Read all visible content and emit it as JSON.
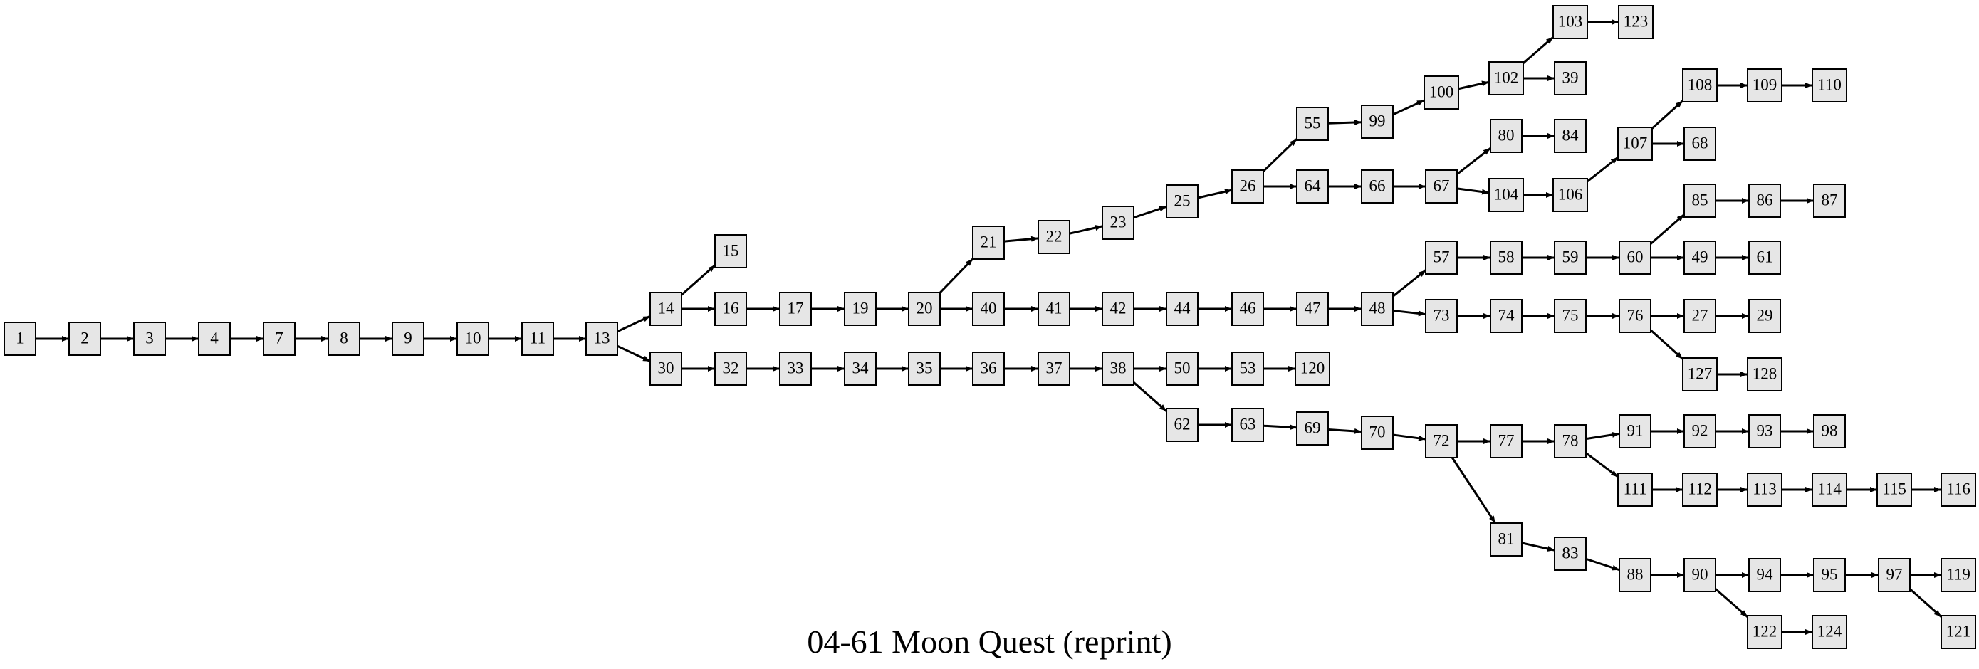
{
  "caption": "04-61 Moon Quest (reprint)",
  "colors": {
    "node_fill": "#e6e6e6",
    "node_stroke": "#000000",
    "edge": "#000000",
    "text": "#000000",
    "background": "#ffffff"
  },
  "nodes": [
    {
      "id": "1",
      "label": "1"
    },
    {
      "id": "2",
      "label": "2"
    },
    {
      "id": "3",
      "label": "3"
    },
    {
      "id": "4",
      "label": "4"
    },
    {
      "id": "7",
      "label": "7"
    },
    {
      "id": "8",
      "label": "8"
    },
    {
      "id": "9",
      "label": "9"
    },
    {
      "id": "10",
      "label": "10"
    },
    {
      "id": "11",
      "label": "11"
    },
    {
      "id": "13",
      "label": "13"
    },
    {
      "id": "14",
      "label": "14"
    },
    {
      "id": "30",
      "label": "30"
    },
    {
      "id": "15",
      "label": "15"
    },
    {
      "id": "16",
      "label": "16"
    },
    {
      "id": "17",
      "label": "17"
    },
    {
      "id": "19",
      "label": "19"
    },
    {
      "id": "20",
      "label": "20"
    },
    {
      "id": "21",
      "label": "21"
    },
    {
      "id": "40",
      "label": "40"
    },
    {
      "id": "22",
      "label": "22"
    },
    {
      "id": "23",
      "label": "23"
    },
    {
      "id": "25",
      "label": "25"
    },
    {
      "id": "26",
      "label": "26"
    },
    {
      "id": "55",
      "label": "55"
    },
    {
      "id": "64",
      "label": "64"
    },
    {
      "id": "99",
      "label": "99"
    },
    {
      "id": "100",
      "label": "100"
    },
    {
      "id": "102",
      "label": "102"
    },
    {
      "id": "103",
      "label": "103"
    },
    {
      "id": "123",
      "label": "123"
    },
    {
      "id": "39",
      "label": "39"
    },
    {
      "id": "66",
      "label": "66"
    },
    {
      "id": "67",
      "label": "67"
    },
    {
      "id": "80",
      "label": "80"
    },
    {
      "id": "84",
      "label": "84"
    },
    {
      "id": "104",
      "label": "104"
    },
    {
      "id": "106",
      "label": "106"
    },
    {
      "id": "107",
      "label": "107"
    },
    {
      "id": "108",
      "label": "108"
    },
    {
      "id": "109",
      "label": "109"
    },
    {
      "id": "110",
      "label": "110"
    },
    {
      "id": "68",
      "label": "68"
    },
    {
      "id": "41",
      "label": "41"
    },
    {
      "id": "42",
      "label": "42"
    },
    {
      "id": "44",
      "label": "44"
    },
    {
      "id": "46",
      "label": "46"
    },
    {
      "id": "47",
      "label": "47"
    },
    {
      "id": "48",
      "label": "48"
    },
    {
      "id": "57",
      "label": "57"
    },
    {
      "id": "73",
      "label": "73"
    },
    {
      "id": "58",
      "label": "58"
    },
    {
      "id": "59",
      "label": "59"
    },
    {
      "id": "60",
      "label": "60"
    },
    {
      "id": "85",
      "label": "85"
    },
    {
      "id": "86",
      "label": "86"
    },
    {
      "id": "87",
      "label": "87"
    },
    {
      "id": "49",
      "label": "49"
    },
    {
      "id": "61",
      "label": "61"
    },
    {
      "id": "74",
      "label": "74"
    },
    {
      "id": "75",
      "label": "75"
    },
    {
      "id": "76",
      "label": "76"
    },
    {
      "id": "27",
      "label": "27"
    },
    {
      "id": "29",
      "label": "29"
    },
    {
      "id": "127",
      "label": "127"
    },
    {
      "id": "128",
      "label": "128"
    },
    {
      "id": "32",
      "label": "32"
    },
    {
      "id": "33",
      "label": "33"
    },
    {
      "id": "34",
      "label": "34"
    },
    {
      "id": "35",
      "label": "35"
    },
    {
      "id": "36",
      "label": "36"
    },
    {
      "id": "37",
      "label": "37"
    },
    {
      "id": "38",
      "label": "38"
    },
    {
      "id": "50",
      "label": "50"
    },
    {
      "id": "53",
      "label": "53"
    },
    {
      "id": "120",
      "label": "120"
    },
    {
      "id": "62",
      "label": "62"
    },
    {
      "id": "63",
      "label": "63"
    },
    {
      "id": "69",
      "label": "69"
    },
    {
      "id": "70",
      "label": "70"
    },
    {
      "id": "72",
      "label": "72"
    },
    {
      "id": "77",
      "label": "77"
    },
    {
      "id": "78",
      "label": "78"
    },
    {
      "id": "91",
      "label": "91"
    },
    {
      "id": "92",
      "label": "92"
    },
    {
      "id": "93",
      "label": "93"
    },
    {
      "id": "98",
      "label": "98"
    },
    {
      "id": "111",
      "label": "111"
    },
    {
      "id": "112",
      "label": "112"
    },
    {
      "id": "113",
      "label": "113"
    },
    {
      "id": "114",
      "label": "114"
    },
    {
      "id": "115",
      "label": "115"
    },
    {
      "id": "116",
      "label": "116"
    },
    {
      "id": "81",
      "label": "81"
    },
    {
      "id": "83",
      "label": "83"
    },
    {
      "id": "88",
      "label": "88"
    },
    {
      "id": "90",
      "label": "90"
    },
    {
      "id": "94",
      "label": "94"
    },
    {
      "id": "95",
      "label": "95"
    },
    {
      "id": "97",
      "label": "97"
    },
    {
      "id": "119",
      "label": "119"
    },
    {
      "id": "121",
      "label": "121"
    },
    {
      "id": "122",
      "label": "122"
    },
    {
      "id": "124",
      "label": "124"
    }
  ],
  "edges": [
    [
      "1",
      "2"
    ],
    [
      "2",
      "3"
    ],
    [
      "3",
      "4"
    ],
    [
      "4",
      "7"
    ],
    [
      "7",
      "8"
    ],
    [
      "8",
      "9"
    ],
    [
      "9",
      "10"
    ],
    [
      "10",
      "11"
    ],
    [
      "11",
      "13"
    ],
    [
      "13",
      "14"
    ],
    [
      "13",
      "30"
    ],
    [
      "14",
      "15"
    ],
    [
      "14",
      "16"
    ],
    [
      "16",
      "17"
    ],
    [
      "17",
      "19"
    ],
    [
      "19",
      "20"
    ],
    [
      "20",
      "21"
    ],
    [
      "20",
      "40"
    ],
    [
      "21",
      "22"
    ],
    [
      "22",
      "23"
    ],
    [
      "23",
      "25"
    ],
    [
      "25",
      "26"
    ],
    [
      "26",
      "55"
    ],
    [
      "26",
      "64"
    ],
    [
      "55",
      "99"
    ],
    [
      "99",
      "100"
    ],
    [
      "100",
      "102"
    ],
    [
      "102",
      "103"
    ],
    [
      "103",
      "123"
    ],
    [
      "102",
      "39"
    ],
    [
      "64",
      "66"
    ],
    [
      "66",
      "67"
    ],
    [
      "67",
      "80"
    ],
    [
      "80",
      "84"
    ],
    [
      "67",
      "104"
    ],
    [
      "104",
      "106"
    ],
    [
      "106",
      "107"
    ],
    [
      "107",
      "108"
    ],
    [
      "108",
      "109"
    ],
    [
      "109",
      "110"
    ],
    [
      "107",
      "68"
    ],
    [
      "40",
      "41"
    ],
    [
      "41",
      "42"
    ],
    [
      "42",
      "44"
    ],
    [
      "44",
      "46"
    ],
    [
      "46",
      "47"
    ],
    [
      "47",
      "48"
    ],
    [
      "48",
      "57"
    ],
    [
      "48",
      "73"
    ],
    [
      "57",
      "58"
    ],
    [
      "58",
      "59"
    ],
    [
      "59",
      "60"
    ],
    [
      "60",
      "85"
    ],
    [
      "85",
      "86"
    ],
    [
      "86",
      "87"
    ],
    [
      "60",
      "49"
    ],
    [
      "49",
      "61"
    ],
    [
      "73",
      "74"
    ],
    [
      "74",
      "75"
    ],
    [
      "75",
      "76"
    ],
    [
      "76",
      "27"
    ],
    [
      "27",
      "29"
    ],
    [
      "76",
      "127"
    ],
    [
      "127",
      "128"
    ],
    [
      "30",
      "32"
    ],
    [
      "32",
      "33"
    ],
    [
      "33",
      "34"
    ],
    [
      "34",
      "35"
    ],
    [
      "35",
      "36"
    ],
    [
      "36",
      "37"
    ],
    [
      "37",
      "38"
    ],
    [
      "38",
      "50"
    ],
    [
      "50",
      "53"
    ],
    [
      "53",
      "120"
    ],
    [
      "38",
      "62"
    ],
    [
      "62",
      "63"
    ],
    [
      "63",
      "69"
    ],
    [
      "69",
      "70"
    ],
    [
      "70",
      "72"
    ],
    [
      "72",
      "77"
    ],
    [
      "77",
      "78"
    ],
    [
      "78",
      "91"
    ],
    [
      "91",
      "92"
    ],
    [
      "92",
      "93"
    ],
    [
      "93",
      "98"
    ],
    [
      "78",
      "111"
    ],
    [
      "111",
      "112"
    ],
    [
      "112",
      "113"
    ],
    [
      "113",
      "114"
    ],
    [
      "114",
      "115"
    ],
    [
      "115",
      "116"
    ],
    [
      "72",
      "81"
    ],
    [
      "81",
      "83"
    ],
    [
      "83",
      "88"
    ],
    [
      "88",
      "90"
    ],
    [
      "90",
      "94"
    ],
    [
      "94",
      "95"
    ],
    [
      "95",
      "97"
    ],
    [
      "97",
      "119"
    ],
    [
      "97",
      "121"
    ],
    [
      "90",
      "122"
    ],
    [
      "122",
      "124"
    ]
  ]
}
